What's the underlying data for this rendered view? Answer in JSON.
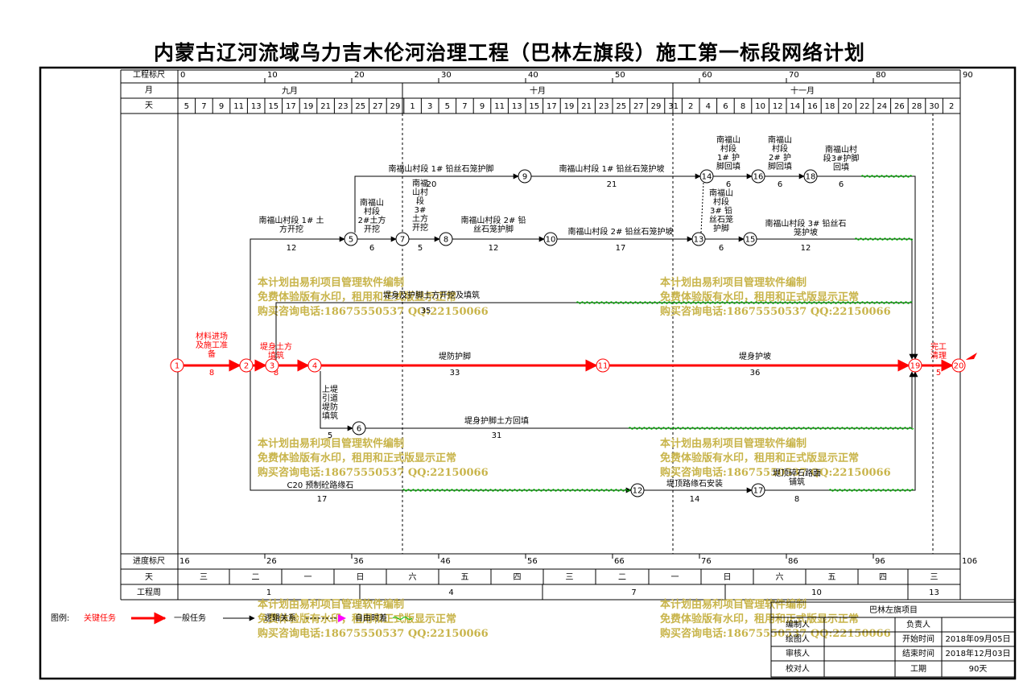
{
  "title": "内蒙古辽河流域乌力吉木伦河治理工程（巴林左旗段）施工第一标段网络计划",
  "header": {
    "scale_label": "工程标尺",
    "month_label": "月",
    "day_label": "天",
    "scale_ticks": [
      "0",
      "10",
      "20",
      "30",
      "40",
      "50",
      "60",
      "70",
      "80",
      "90"
    ],
    "months": [
      "九月",
      "十月",
      "十一月"
    ],
    "days": [
      "5",
      "7",
      "9",
      "11",
      "13",
      "15",
      "17",
      "19",
      "21",
      "23",
      "25",
      "27",
      "29",
      "1",
      "3",
      "5",
      "7",
      "9",
      "11",
      "13",
      "15",
      "17",
      "19",
      "21",
      "23",
      "25",
      "27",
      "29",
      "31",
      "2",
      "4",
      "6",
      "8",
      "10",
      "12",
      "14",
      "16",
      "18",
      "20",
      "22",
      "24",
      "26",
      "28",
      "30",
      "2"
    ]
  },
  "footer": {
    "progress_label": "进度标尺",
    "weekday_label": "天",
    "week_label": "工程周",
    "progress_ticks": [
      "16",
      "26",
      "36",
      "46",
      "56",
      "66",
      "76",
      "86",
      "96",
      "106"
    ],
    "weekdays": [
      "三",
      "二",
      "一",
      "日",
      "六",
      "五",
      "四",
      "三",
      "二",
      "一",
      "日",
      "六",
      "五",
      "四",
      "三"
    ],
    "weeks": [
      "1",
      "4",
      "7",
      "10",
      "13"
    ]
  },
  "nodes": [
    "1",
    "2",
    "3",
    "4",
    "5",
    "6",
    "7",
    "8",
    "9",
    "10",
    "11",
    "12",
    "13",
    "14",
    "15",
    "16",
    "17",
    "18",
    "19",
    "20"
  ],
  "tasks": [
    {
      "name": "材料进场及施工准备",
      "lines": [
        "材料进场",
        "及施工准",
        "备"
      ],
      "duration": "8",
      "critical": true
    },
    {
      "name": "堤身土方填筑",
      "lines": [
        "堤身土方",
        "填筑"
      ],
      "duration": "8",
      "critical": true
    },
    {
      "name": "堤防护脚",
      "lines": [
        "堤防护脚"
      ],
      "duration": "33",
      "critical": true
    },
    {
      "name": "堤身护坡",
      "lines": [
        "堤身护坡"
      ],
      "duration": "36",
      "critical": true
    },
    {
      "name": "完工清理",
      "lines": [
        "完工",
        "清理"
      ],
      "duration": "5",
      "critical": true
    },
    {
      "name": "南福山村段 1# 土方开挖",
      "lines": [
        "南福山村段 1# 土",
        "方开挖"
      ],
      "duration": "12"
    },
    {
      "name": "南福山村段 1# 铅丝石笼护脚",
      "lines": [
        "南福山村段 1# 铅丝石笼护脚"
      ],
      "duration": "20"
    },
    {
      "name": "南福山村段 1# 铅丝石笼护坡",
      "lines": [
        "南福山村段 1# 铅丝石笼护坡"
      ],
      "duration": "21"
    },
    {
      "name": "南福山村段1# 护脚回填",
      "lines": [
        "南福山",
        "村段",
        "1# 护",
        "脚回填"
      ],
      "duration": "6"
    },
    {
      "name": "南福山村段2# 护脚回填",
      "lines": [
        "南福山",
        "村段",
        "2# 护",
        "脚回填"
      ],
      "duration": "6"
    },
    {
      "name": "南福山村段3#护脚回填",
      "lines": [
        "南福山村",
        "段3#护脚",
        "回填"
      ],
      "duration": "6"
    },
    {
      "name": "南福山村段2#土方开挖",
      "lines": [
        "南福山",
        "村段",
        "2#土方",
        "开挖"
      ],
      "duration": "6"
    },
    {
      "name": "南福山村段3#土方开挖",
      "lines": [
        "南福",
        "山村",
        "段",
        "3#",
        "土方",
        "开挖"
      ],
      "duration": "5"
    },
    {
      "name": "南福山村段 2# 铅丝石笼护脚",
      "lines": [
        "南福山村段 2# 铅",
        "丝石笼护脚"
      ],
      "duration": "12"
    },
    {
      "name": "南福山村段 2# 铅丝石笼护坡",
      "lines": [
        "南福山村段 2# 铅丝石笼护坡"
      ],
      "duration": "17"
    },
    {
      "name": "南福山村段3# 铅丝石笼护脚",
      "lines": [
        "南福山",
        "村段",
        "3# 铅",
        "丝石笼",
        "护脚"
      ],
      "duration": "6"
    },
    {
      "name": "南福山村段 3# 铅丝石笼护坡",
      "lines": [
        "南福山村段 3# 铅丝石",
        "笼护坡"
      ],
      "duration": "12"
    },
    {
      "name": "堤身及护脚土方开挖及填筑",
      "lines": [
        "堤身及护脚土方开挖及填筑"
      ],
      "duration": "35"
    },
    {
      "name": "上堤引道堤防填筑",
      "lines": [
        "上堤",
        "引道",
        "堤防",
        "填筑"
      ],
      "duration": "5"
    },
    {
      "name": "堤身护脚土方回填",
      "lines": [
        "堤身护脚土方回填"
      ],
      "duration": "31"
    },
    {
      "name": "C20 预制砼路缘石",
      "lines": [
        "C20  预制砼路缘石"
      ],
      "duration": "17"
    },
    {
      "name": "堤顶路缘石安装",
      "lines": [
        "堤顶路缘石安装"
      ],
      "duration": "14"
    },
    {
      "name": "堤顶碎石路面铺筑",
      "lines": [
        "堤顶碎石路面",
        "铺筑"
      ],
      "duration": "8"
    }
  ],
  "watermark": [
    "本计划由易利项目管理软件编制",
    "免费体验版有水印，租用和正式版显示正常",
    "购买咨询电话:18675550537 QQ:22150066"
  ],
  "legend": {
    "label": "图例:",
    "critical": "关键任务",
    "normal": "一般任务",
    "logic": "逻辑关系",
    "float": "自由时差"
  },
  "info": {
    "project": "巴林左旗项目",
    "editor_label": "编制人",
    "owner_label": "负责人",
    "drawer_label": "绘图人",
    "start_label": "开始时间",
    "start_value": "2018年09月05日",
    "reviewer_label": "审核人",
    "end_label": "结束时间",
    "end_value": "2018年12月03日",
    "checker_label": "校对人",
    "duration_label": "工期",
    "duration_value": "90天"
  },
  "colors": {
    "critical": "#ff0000",
    "normal": "#000000",
    "float": "#00c000",
    "watermark": "#c8b44a",
    "logic_arrow": "#ff00ff"
  }
}
